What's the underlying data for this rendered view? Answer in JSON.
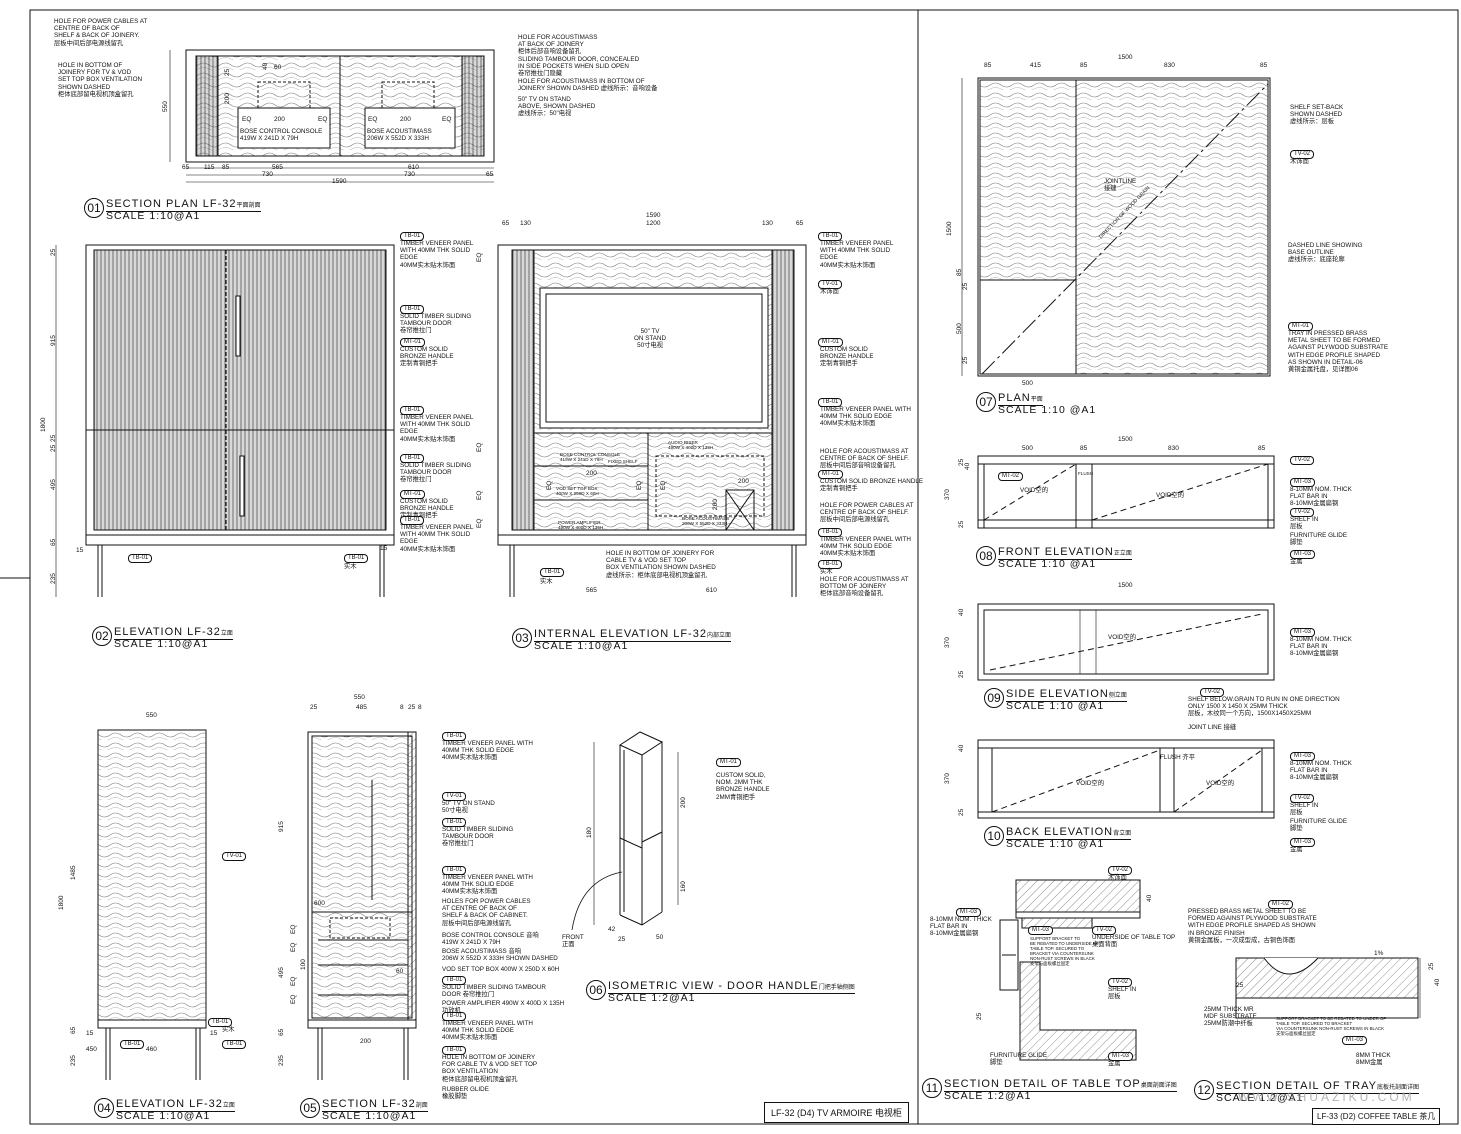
{
  "sheet_labels": {
    "left": "LF-32 (D4) TV ARMOIRE 电视柜",
    "right": "LF-33 (D2) COFFEE TABLE 茶几"
  },
  "watermark": "WWW.SHUAZIKU.COM",
  "views": [
    {
      "num": "01",
      "name": "SECTION PLAN LF-32",
      "cn": "平面剖面",
      "scale": "SCALE 1:10@A1"
    },
    {
      "num": "02",
      "name": "ELEVATION LF-32",
      "cn": "立面",
      "scale": "SCALE 1:10@A1"
    },
    {
      "num": "03",
      "name": "INTERNAL ELEVATION LF-32",
      "cn": "内部立面",
      "scale": "SCALE 1:10@A1"
    },
    {
      "num": "04",
      "name": "ELEVATION LF-32",
      "cn": "立面",
      "scale": "SCALE 1:10@A1"
    },
    {
      "num": "05",
      "name": "SECTION LF-32",
      "cn": "剖面",
      "scale": "SCALE 1:10@A1"
    },
    {
      "num": "06",
      "name": "ISOMETRIC VIEW - DOOR HANDLE",
      "cn": "门把手轴侧图",
      "scale": "SCALE 1:2@A1"
    },
    {
      "num": "07",
      "name": "PLAN",
      "cn": "平面",
      "scale": "SCALE 1:10 @A1"
    },
    {
      "num": "08",
      "name": "FRONT ELEVATION",
      "cn": "正立面",
      "scale": "SCALE 1:10 @A1"
    },
    {
      "num": "09",
      "name": "SIDE ELEVATION",
      "cn": "侧立面",
      "scale": "SCALE 1:10 @A1"
    },
    {
      "num": "10",
      "name": "BACK ELEVATION",
      "cn": "背立面",
      "scale": "SCALE 1:10 @A1"
    },
    {
      "num": "11",
      "name": "SECTION DETAIL OF TABLE TOP",
      "cn": "桌面剖面详图",
      "scale": "SCALE 1:2@A1"
    },
    {
      "num": "12",
      "name": "SECTION DETAIL OF TRAY",
      "cn": "底板托剖面详图",
      "scale": "SCALE 1:2@A1"
    }
  ],
  "v01": {
    "notes": [
      "HOLE FOR POWER CABLES AT\nCENTRE OF BACK OF\nSHELF & BACK OF JOINERY.\n层板中间后部电源线留孔",
      "HOLE IN BOTTOM OF\nJOINERY FOR TV & VOD\nSET TOP BOX VENTILATION\nSHOWN DASHED\n柜体底部留电视机顶盒留孔",
      "HOLE FOR ACOUSTIMASS\nAT BACK OF JOINERY\n柜体后部音响设备留孔",
      "SLIDING TAMBOUR DOOR, CONCEALED\nIN SIDE POCKETS WHEN SLID OPEN\n卷帘推拉门隐藏",
      "HOLE FOR ACOUSTIMASS IN BOTTOM OF\nJOINERY SHOWN DASHED 虚线所示：音响设备",
      "50\" TV ON STAND\nABOVE, SHOWN DASHED\n虚线所示：50\"电视"
    ],
    "console": "BOSE CONTROL CONSOLE\n419W x 241D x 79H",
    "acoustimass": "BOSE ACOUSTIMASS\n206W x 552D x 333H",
    "dims": [
      "65",
      "115",
      "85",
      "565",
      "610",
      "730",
      "730",
      "65",
      "1590",
      "25",
      "200",
      "550",
      "60",
      "40",
      "EQ",
      "EQ",
      "EQ",
      "EQ",
      "200",
      "200"
    ]
  },
  "v02": {
    "notes": [
      "TIMBER VENEER PANEL\nWITH 40MM THK SOLID\nEDGE\n40mm实木贴木饰面",
      "SOLID TIMBER SLIDING\nTAMBOUR DOOR\n卷帘推拉门",
      "CUSTOM SOLID\nBRONZE HANDLE\n定制青铜把手",
      "TIMBER VENEER PANEL\nWITH 40MM THK SOLID\nEDGE\n40mm实木贴木饰面",
      "SOLID TIMBER SLIDING\nTAMBOUR DOOR\n卷帘推拉门",
      "CUSTOM SOLID\nBRONZE HANDLE\n定制青铜把手",
      "TIMBER VENEER PANEL\nWITH 40MM THK SOLID\nEDGE\n40mm实木贴木饰面"
    ],
    "tags": [
      "TB-01",
      "TB-01",
      "MT-01",
      "TB-01",
      "TB-01",
      "MT-01",
      "TB-01",
      "TB-01",
      "TB-01"
    ],
    "dims": [
      "25",
      "915",
      "25",
      "1800",
      "25",
      "495",
      "65",
      "235",
      "15",
      "15"
    ],
    "foot_label": "实木"
  },
  "v03": {
    "notes": [
      "TIMBER VENEER PANEL\nWITH 40MM THK SOLID\nEDGE\n40mm实木贴木饰面",
      "木饰面",
      "CUSTOM SOLID\nBRONZE HANDLE\n定制青铜把手",
      "TIMBER VENEER PANEL WITH\n40MM THK SOLID EDGE\n40mm实木贴木饰面",
      "HOLE FOR ACOUSTIMASS AT\nCENTRE OF BACK OF SHELF.\n层板中间后部音响设备留孔",
      "CUSTOM SOLID BRONZE HANDLE\n定制青铜把手",
      "HOLE FOR POWER CABLES AT\nCENTRE OF BACK OF SHELF.\n层板中间后部电源线留孔",
      "TIMBER VENEER PANEL WITH\n40MM THK SOLID EDGE\n40mm实木贴木饰面",
      "实木",
      "HOLE FOR ACOUSTIMASS AT\nBOTTOM OF JOINERY\n柜体底部音响设备留孔",
      "HOLE IN BOTTOM OF JOINERY FOR\nCABLE TV & VOD SET TOP\nBOX VENTILATION SHOWN DASHED\n虚线所示：柜体底部电视机顶盒留孔"
    ],
    "tags": [
      "TB-01",
      "TV-01",
      "MT-01",
      "TB-01",
      "MT-01",
      "TB-01",
      "TB-01",
      "TB-01"
    ],
    "tv": "50\" TV\nON STAND\n50寸电视",
    "console": "BOSE CONTROL CONSOLE\n419W x 241D x 79H",
    "settop": "VOD SET TOP BOX\n400W x 250D x 60H",
    "fixed_shelf": "FIXED SHELF",
    "audio": "AUDIO RISER\n490W x 400D x 135H",
    "amp": "POWER AMPLIFIER\n490W x 400D x 135H",
    "acou": "BOSE ACOUSTIMASS\n206W x 552D x 333H",
    "dims": [
      "65",
      "130",
      "1200",
      "130",
      "65",
      "1590",
      "565",
      "610",
      "200",
      "200",
      "EQ",
      "EQ",
      "EQ",
      "EQ",
      "200",
      "EQ",
      "EQ",
      "EQ"
    ],
    "foot_label": "实木"
  },
  "v04": {
    "dims": [
      "550",
      "1485",
      "1800",
      "65",
      "235",
      "15",
      "15",
      "450",
      "460"
    ],
    "tags": [
      "TV-01",
      "TB-01",
      "TB-01",
      "TB-01"
    ],
    "foot_label": "实木"
  },
  "v05": {
    "notes": [
      "TIMBER VENEER PANEL WITH\n40MM THK SOLID EDGE\n40mm实木贴木饰面",
      "50\" TV ON STAND\n50寸电视",
      "SOLID TIMBER SLIDING\nTAMBOUR DOOR\n卷帘推拉门",
      "TIMBER VENEER PANEL WITH\n40MM THK SOLID EDGE\n40mm实木贴木饰面",
      "HOLES FOR POWER CABLES\nAT CENTRE OF BACK OF\nSHELF & BACK OF CABINET.\n层板中间后部电源线留孔",
      "BOSE CONTROL CONSOLE 音响\n419W x 241D x 79H",
      "BOSE ACOUSTIMASS 音响\n206W x 552D x 333H SHOWN DASHED",
      "VOD SET TOP BOX 400W x 250D x 60H",
      "SOLID TIMBER SLIDING TAMBOUR\nDOOR 卷帘推拉门",
      "POWER AMPLIFIER 490W x 400D x 135H\n功放机",
      "TIMBER VENEER PANEL WITH\n40MM THK SOLID EDGE\n40mm实木贴木饰面",
      "HOLE IN BOTTOM OF JOINERY\nFOR CABLE TV & VOD SET TOP\nBOX VENTILATION\n柜体底部留电视机顶盒留孔",
      "RUBBER GLIDE\n橡胶脚垫"
    ],
    "tags": [
      "TB-01",
      "TV-01",
      "TB-01",
      "TB-01",
      "TB-01",
      "TB-01",
      "TB-01"
    ],
    "dims": [
      "550",
      "25",
      "485",
      "8",
      "25",
      "8",
      "915",
      "600",
      "EQ",
      "EQ",
      "100",
      "EQ",
      "EQ",
      "495",
      "65",
      "235",
      "200",
      "60"
    ]
  },
  "v06": {
    "tag": "MT-01",
    "note": "CUSTOM SOLID,\nNOM. 2MM THK\nBRONZE HANDLE\n2mm青铜把手",
    "front": "FRONT\n正面",
    "dims": [
      "180",
      "200",
      "160",
      "42",
      "25",
      "50"
    ]
  },
  "v07": {
    "notes": [
      "SHELF SET-BACK\nSHOWN DASHED\n虚线所示：层板",
      "木饰面",
      "JOINTLINE\n接缝",
      "DASHED LINE SHOWING\nBASE OUTLINE\n虚线所示：底座轮廓",
      "TRAY IN PRESSED BRASS\nMETAL SHEET TO BE FORMED\nAGAINST PLYWOOD SUBSTRATE\nWITH EDGE PROFILE SHAPED\nAS SHOWN IN DETAIL-06\n黄铜金属托盘，见详图06"
    ],
    "tags": [
      "TV-02",
      "MT-01"
    ],
    "grain": "DIRECTION OF WOOD GRAIN",
    "dims": [
      "1500",
      "85",
      "415",
      "85",
      "830",
      "85",
      "1500",
      "85",
      "25",
      "500",
      "25",
      "500"
    ]
  },
  "v08": {
    "notes": [
      "8-10MM NOM. THICK\nFLAT BAR IN\n8-10mm金属扁钢",
      "SHELF IN\n层板",
      "FURNITURE GLIDE\n脚垫",
      "金属"
    ],
    "tags": [
      "TV-02",
      "MT-02",
      "MT-03",
      "TV-02",
      "MT-03"
    ],
    "void1": "VOID空的",
    "void2": "VOID空的",
    "flush": "FLUSH",
    "dims": [
      "500",
      "85",
      "1500",
      "830",
      "85",
      "25",
      "40",
      "370",
      "25"
    ]
  },
  "v09": {
    "notes": [
      "8-10MM NOM. THICK\nFLAT BAR IN\n8-10mm金属扁钢",
      "SHELF BELOW.GRAIN TO RUN IN ONE DIRECTION\nONLY 1500 X 1450 X 25MM THICK\n层板，木纹同一个方向，1500x1450x25mm"
    ],
    "tags": [
      "MT-03",
      "TV-02"
    ],
    "void": "VOID空的",
    "dims": [
      "1500",
      "40",
      "370",
      "25"
    ]
  },
  "v10": {
    "notes": [
      "JOINT LINE 接缝",
      "8-10MM NOM. THICK\nFLAT BAR IN\n8-10mm金属扁钢",
      "SHELF IN\n层板",
      "FURNITURE GLIDE\n脚垫",
      "金属"
    ],
    "tags": [
      "MT-03",
      "TV-02",
      "MT-03"
    ],
    "flush": "FLUSH 齐平",
    "void1": "VOID空的",
    "void2": "VOID空的",
    "dims": [
      "40",
      "370",
      "25"
    ]
  },
  "v11": {
    "notes": [
      "木饰面",
      "8-10MM NOM. THICK\nFLAT BAR IN\n8-10mm金属扁钢",
      "SUPPORT BRACKET TO\nBE REBATED TO UNDERSIDE OF\nTABLE TOP. SECURED TO\nBRACKET VIA COUNTERSUNK\nNON-RUST SCREWS IN BLACK\n支架与面板螺丝固定",
      "UNDERSIDE OF TABLE TOP\n桌面背面",
      "SHELF IN\n层板",
      "FURNITURE GLIDE\n脚垫",
      "金属"
    ],
    "tags": [
      "TV-02",
      "MT-03",
      "MT-03",
      "TV-02",
      "TV-02",
      "MT-03"
    ],
    "dims": [
      "40",
      "25"
    ]
  },
  "v12": {
    "notes": [
      "PRESSED BRASS METAL SHEET TO BE\nFORMED AGAINST PLYWOOD SUBSTRATE\nWITH EDGE PROFILE SHAPED AS SHOWN\nIN BRONZE FINISH\n黄铜金属板，一次成型成，古铜色饰面",
      "25MM THICK MR\nMDF SUBSTRATE\n25mm防潮中纤板",
      "SUPPORT BRACKET TO BE REBATED TO UNDER OF\nTABLE TOP. SECURED TO BRACKET\nVIA COUNTERSUNK NON-RUST SCREWS IN BLACK\n支架与面板螺丝固定",
      "8MM THICK\n8mm金属"
    ],
    "tags": [
      "MT-02",
      "MT-03"
    ],
    "dims": [
      "25",
      "40",
      "25",
      "1%"
    ]
  }
}
